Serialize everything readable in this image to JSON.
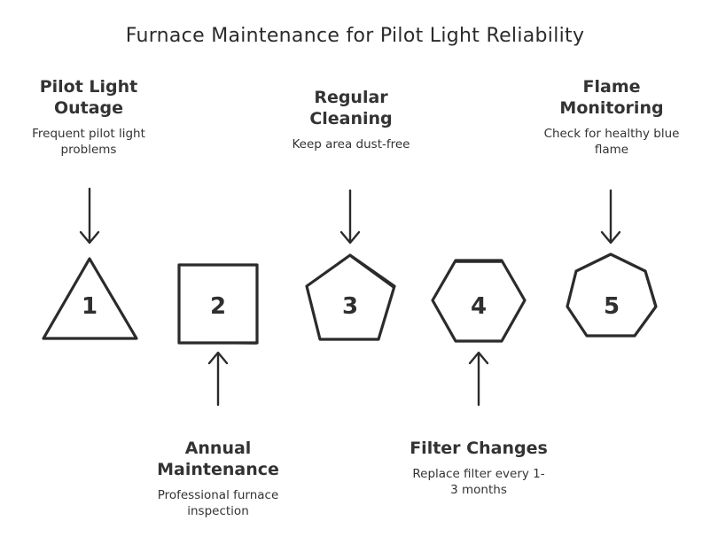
{
  "title": "Furnace Maintenance for Pilot Light Reliability",
  "steps": [
    {
      "number": "1",
      "shape": "triangle",
      "heading": "Pilot Light\nOutage",
      "description": "Frequent pilot light\nproblems",
      "label_position": "top"
    },
    {
      "number": "2",
      "shape": "square",
      "heading": "Annual\nMaintenance",
      "description": "Professional furnace\ninspection",
      "label_position": "bottom"
    },
    {
      "number": "3",
      "shape": "pentagon",
      "heading": "Regular\nCleaning",
      "description": "Keep area dust-free",
      "label_position": "top"
    },
    {
      "number": "4",
      "shape": "hexagon",
      "heading": "Filter Changes",
      "description": "Replace filter every 1-\n3 months",
      "label_position": "bottom"
    },
    {
      "number": "5",
      "shape": "heptagon",
      "heading": "Flame\nMonitoring",
      "description": "Check for healthy blue\nflame",
      "label_position": "top"
    }
  ],
  "colors": {
    "stroke": "#2b2b2b",
    "text": "#333333"
  }
}
